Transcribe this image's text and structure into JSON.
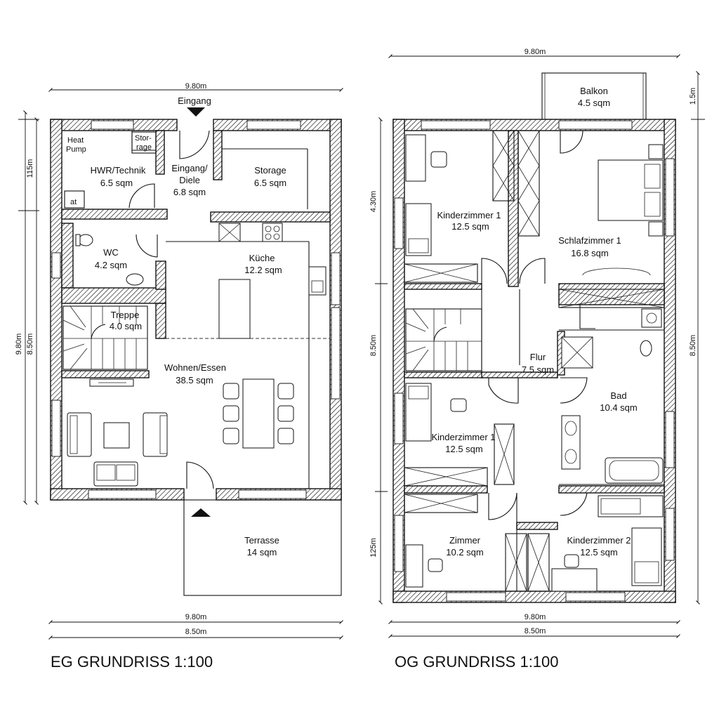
{
  "eg": {
    "title": "EG GRUNDRISS 1:100",
    "entrance_label": "Eingang",
    "dims": {
      "top": "9.80m",
      "bottom_outer": "9.80m",
      "bottom_inner": "8.50m",
      "left_part": "115m",
      "left_outer": "9.80m",
      "left_inner": "8.50m"
    },
    "rooms": {
      "heat_pump": [
        "Heat",
        "Pump"
      ],
      "storage_small": [
        "Stor-",
        "rage"
      ],
      "hwr": {
        "name": "HWR/Technik",
        "area": "6.5 sqm"
      },
      "at": "at",
      "diele": {
        "name": "Eingang/",
        "name2": "Diele",
        "area": "6.8 sqm"
      },
      "storage": {
        "name": "Storage",
        "area": "6.5 sqm"
      },
      "wc": {
        "name": "WC",
        "area": "4.2 sqm"
      },
      "kueche": {
        "name": "Küche",
        "area": "12.2 sqm"
      },
      "treppe": {
        "name": "Treppe",
        "area": "4.0 sqm"
      },
      "wohnen": {
        "name": "Wohnen/Essen",
        "area": "38.5 sqm"
      },
      "terrasse": {
        "name": "Terrasse",
        "area": "14 sqm"
      }
    }
  },
  "og": {
    "title": "OG GRUNDRISS 1:100",
    "dims": {
      "top": "9.80m",
      "bottom_outer": "9.80m",
      "bottom_inner": "8.50m",
      "right_top": "1.5m",
      "right": "8.50m",
      "left_top": "4.30m",
      "left_mid": "8.50m",
      "left_bottom": "125m"
    },
    "rooms": {
      "balkon": {
        "name": "Balkon",
        "area": "4.5 sqm"
      },
      "kinder1a": {
        "name": "Kinderzimmer 1",
        "area": "12.5 sqm"
      },
      "schlaf": {
        "name": "Schlafzimmer 1",
        "area": "16.8 sqm"
      },
      "flur": {
        "name": "Flur",
        "area": "7.5 sqm"
      },
      "bad": {
        "name": "Bad",
        "area": "10.4 sqm"
      },
      "kinder1b": {
        "name": "Kinderzimmer 1",
        "area": "12.5 sqm"
      },
      "zimmer": {
        "name": "Zimmer",
        "area": "10.2 sqm"
      },
      "kinder2": {
        "name": "Kinderzimmer 2",
        "area": "12.5 sqm"
      }
    }
  }
}
